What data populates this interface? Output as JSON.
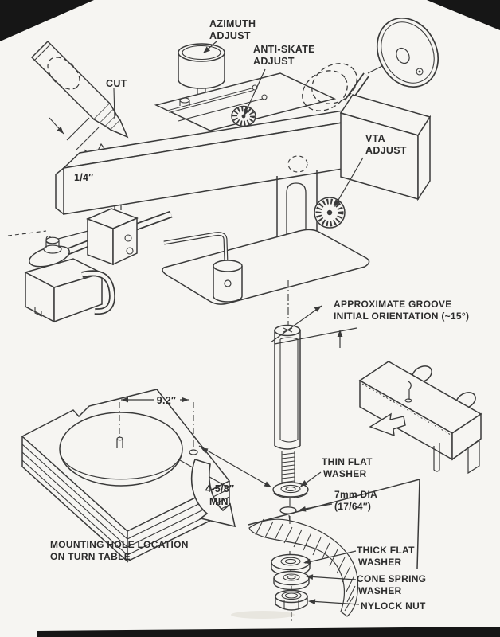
{
  "page": {
    "background": "#f6f5f2",
    "ink": "#3a3a3a",
    "label_color": "#2c2c2c",
    "corner_mark_color": "#161616"
  },
  "annotations": {
    "azimuth_adjust": {
      "line1": "AZIMUTH",
      "line2": "ADJUST"
    },
    "anti_skate_adjust": {
      "line1": "ANTI-SKATE",
      "line2": "ADJUST"
    },
    "cut": {
      "line1": "CUT"
    },
    "tip_cut_dimension": {
      "line1": "1/4″"
    },
    "vta_adjust": {
      "line1": "VTA",
      "line2": "ADJUST"
    },
    "groove_orientation": {
      "line1": "APPROXIMATE GROOVE",
      "line2": "INITIAL ORIENTATION (~15°)"
    },
    "spindle_distance": {
      "line1": "9.2″"
    },
    "clearance": {
      "line1": "4-5/8″",
      "line2": "MIN."
    },
    "mounting_hole": {
      "line1": "MOUNTING HOLE LOCATION",
      "line2": "ON TURN TABLE"
    },
    "thin_flat_washer": {
      "line1": "THIN FLAT",
      "line2": "WASHER"
    },
    "hole_diameter": {
      "line1": "7mm DIA",
      "line2": "(17/64″)"
    },
    "thick_flat_washer": {
      "line1": "THICK FLAT",
      "line2": "WASHER"
    },
    "cone_spring_washer": {
      "line1": "CONE SPRING",
      "line2": "WASHER"
    },
    "nylock_nut": {
      "line1": "NYLOCK NUT"
    }
  }
}
